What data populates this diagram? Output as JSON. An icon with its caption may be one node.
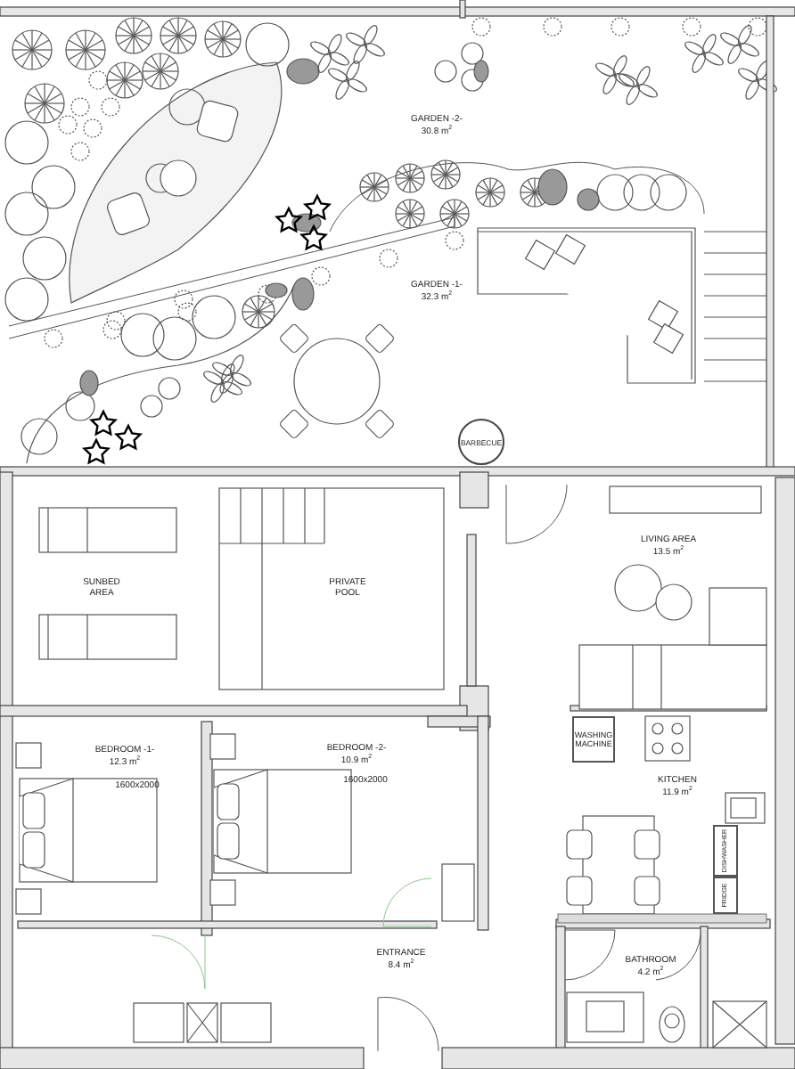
{
  "diagram": {
    "nodes": [
      {
        "text": [
          "BARBECUE"
        ]
      },
      {
        "text": [
          "WASHING MACHINE"
        ]
      },
      {
        "text": [
          "DISHWASHER"
        ]
      },
      {
        "text": [
          "FRIDGE"
        ]
      }
    ],
    "labels": [
      "GARDEN -2-",
      "30.8 m$^{2}$",
      "GARDEN -1-",
      "32.3 m$^{2}$",
      "SUNBED AREA",
      "PRIVATE POOL",
      "LIVING AREA",
      "13.5 m$^{2}$",
      "BEDROOM -1-",
      "12.3 m$^{2}$",
      "1600x2000",
      "BEDROOM -2-",
      "10.9 m$^{2}$",
      "1600x2000",
      "KITCHEN",
      "11.9 m$^{2}$",
      "ENTRANCE",
      "8.4 m$^{2}$",
      "BATHROOM",
      "4.2 m$^{2}$"
    ]
  }
}
